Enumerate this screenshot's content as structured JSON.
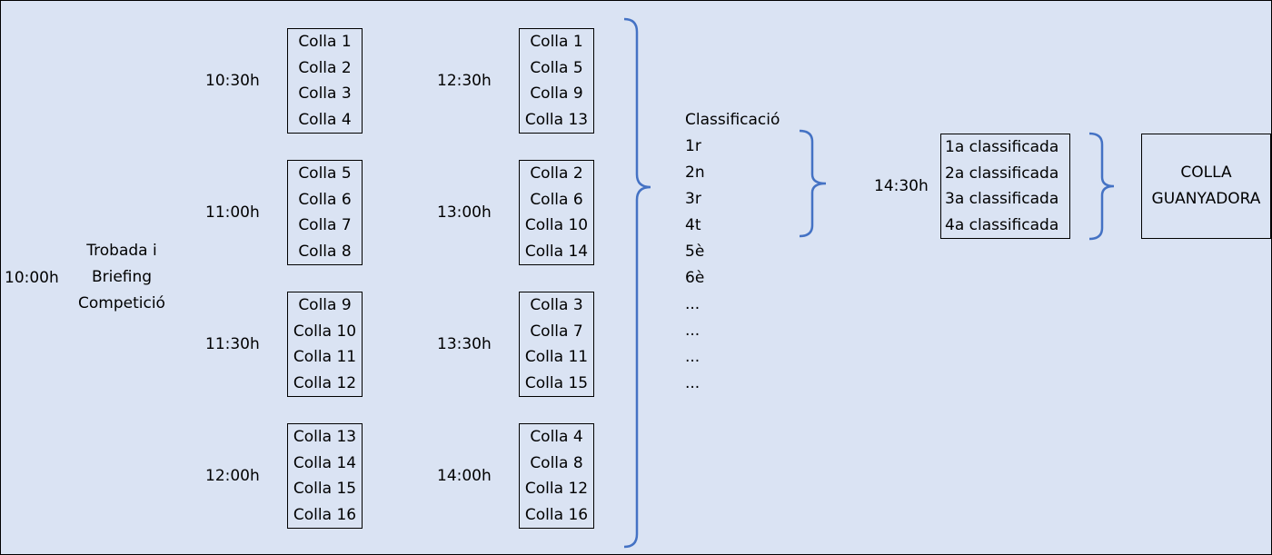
{
  "start": {
    "time": "10:00h",
    "lines": [
      "Trobada i",
      "Briefing",
      "Competició"
    ]
  },
  "round1": [
    {
      "time": "10:30h",
      "teams": [
        "Colla 1",
        "Colla 2",
        "Colla 3",
        "Colla 4"
      ]
    },
    {
      "time": "11:00h",
      "teams": [
        "Colla 5",
        "Colla 6",
        "Colla 7",
        "Colla 8"
      ]
    },
    {
      "time": "11:30h",
      "teams": [
        "Colla 9",
        "Colla 10",
        "Colla 11",
        "Colla 12"
      ]
    },
    {
      "time": "12:00h",
      "teams": [
        "Colla 13",
        "Colla 14",
        "Colla 15",
        "Colla 16"
      ]
    }
  ],
  "round2": [
    {
      "time": "12:30h",
      "teams": [
        "Colla 1",
        "Colla 5",
        "Colla 9",
        "Colla 13"
      ]
    },
    {
      "time": "13:00h",
      "teams": [
        "Colla 2",
        "Colla 6",
        "Colla 10",
        "Colla 14"
      ]
    },
    {
      "time": "13:30h",
      "teams": [
        "Colla 3",
        "Colla 7",
        "Colla 11",
        "Colla 15"
      ]
    },
    {
      "time": "14:00h",
      "teams": [
        "Colla 4",
        "Colla 8",
        "Colla 12",
        "Colla 16"
      ]
    }
  ],
  "classification": {
    "title": "Classificació",
    "ranks": [
      "1r",
      "2n",
      "3r",
      "4t",
      "5è",
      "6è",
      "...",
      "...",
      "...",
      "..."
    ]
  },
  "final": {
    "time": "14:30h",
    "entries": [
      "1a classificada",
      "2a classificada",
      "3a classificada",
      "4a classificada"
    ]
  },
  "winner": {
    "lines": [
      "COLLA",
      "GUANYADORA"
    ]
  },
  "colors": {
    "background": "#dae3f3",
    "bracket": "#4472c4",
    "border": "#000000"
  }
}
